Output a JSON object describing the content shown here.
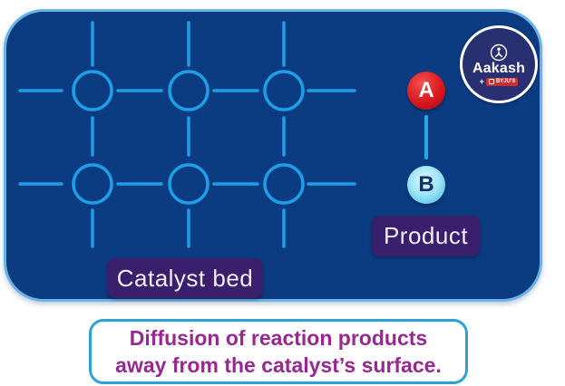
{
  "panel": {
    "molecule_a_label": "A",
    "molecule_b_label": "B",
    "product_label": "Product",
    "catalyst_bed_label": "Catalyst bed"
  },
  "logo": {
    "brand": "Aakash",
    "plus": "+",
    "sub_brand": "BYJU'S"
  },
  "caption": {
    "line1": "Diffusion of reaction products",
    "line2": "away from the catalyst’s surface."
  },
  "colors": {
    "panel_fill": "#0b3b80",
    "panel_border": "#69b4e4",
    "lattice_stroke": "#1d9ee6",
    "atom_a_fill": "#d8191d",
    "atom_a_text": "#ffffff",
    "atom_b_fill": "#9fe6f8",
    "atom_b_text": "#0d3464",
    "bond": "#2aa7e8",
    "label_box_fill": "#3a1f6d",
    "label_box_text": "#f2eef8",
    "caption_border": "#2da0d8",
    "caption_text": "#97288f",
    "logo_fill": "#283072",
    "byjus_badge": "#cf2e2e"
  }
}
